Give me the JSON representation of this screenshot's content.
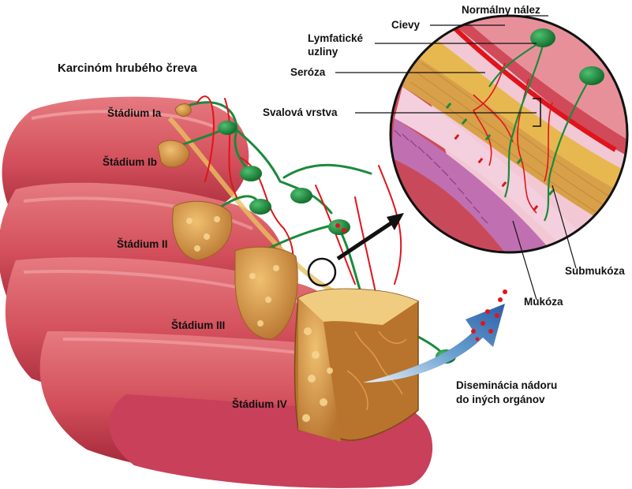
{
  "title": "Karcinóm hrubého čreva",
  "stages": {
    "ia": "Štádium Ia",
    "ib": "Štádium Ib",
    "ii": "Štádium II",
    "iii": "Štádium III",
    "iv": "Štádium IV"
  },
  "layers": {
    "normal": "Normálny nález",
    "vessels": "Cievy",
    "lymph_line1": "Lymfatické",
    "lymph_line2": "uzliny",
    "serosa": "Seróza",
    "muscle": "Svalová vrstva",
    "submucosa": "Submukóza",
    "mucosa": "Mukóza"
  },
  "spread": {
    "line1": "Diseminácia nádoru",
    "line2": "do iných orgánov"
  },
  "colors": {
    "bowel": "#d9545e",
    "bowel_dark": "#a8283a",
    "tumor": "#c8883e",
    "node": "#1a8a3a",
    "vessel": "#e0141c",
    "serosa": "#e8b850",
    "mucosa": "#c070b0"
  }
}
